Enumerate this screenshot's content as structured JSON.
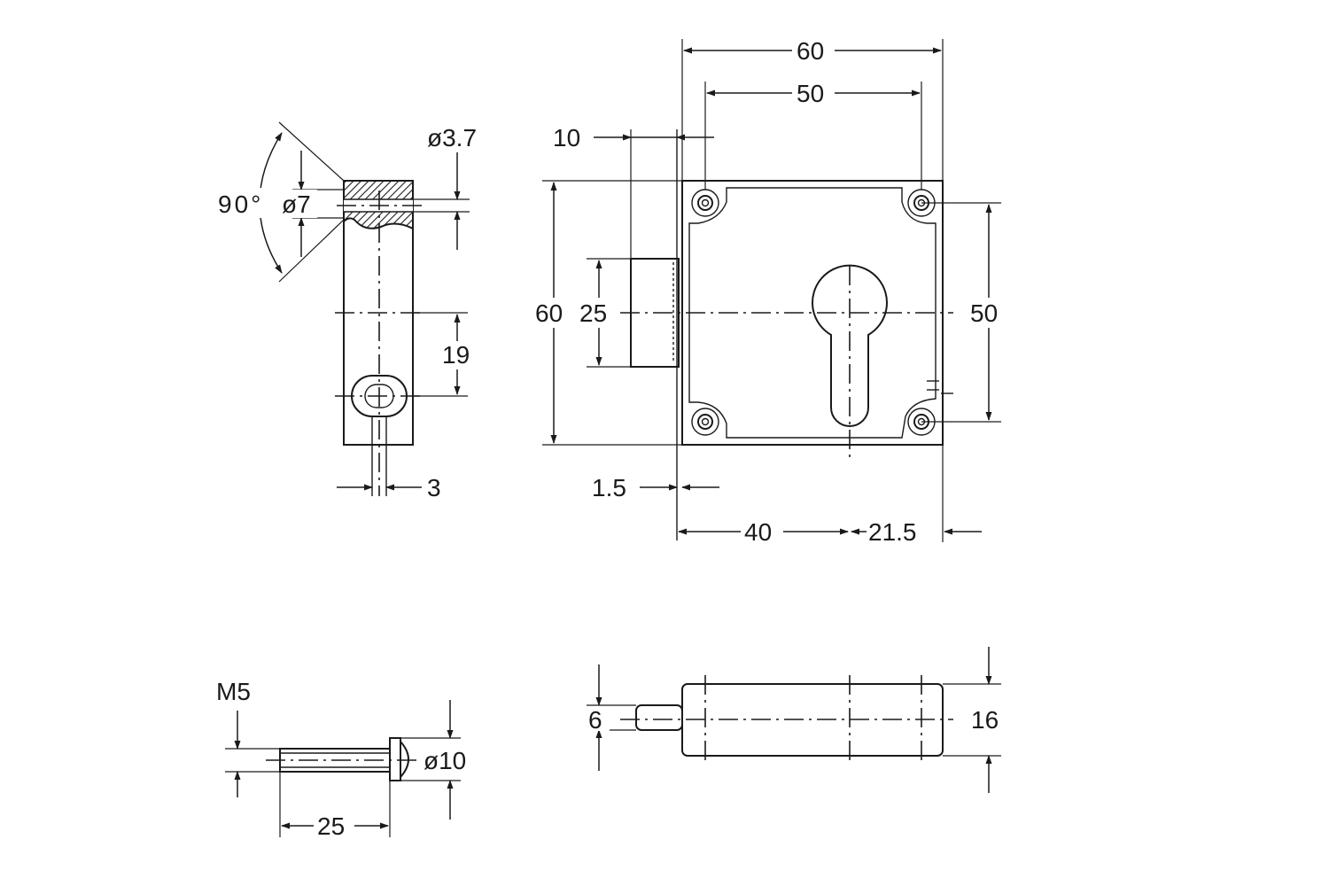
{
  "labels": {
    "angle": "90°",
    "hole_small_dia": "ø3.7",
    "hole_large_dia": "ø7",
    "offset_19": "19",
    "slot_3": "3",
    "bolt_10": "10",
    "height_60": "60",
    "bolt_25": "25",
    "holes_50_v": "50",
    "thick_1_5": "1.5",
    "backset_40": "40",
    "edge_21_5": "21.5",
    "width_60": "60",
    "holes_50_h": "50",
    "screw_thread": "M5",
    "screw_head_dia": "ø10",
    "screw_length": "25",
    "bolt_6": "6",
    "depth_16": "16"
  },
  "colors": {
    "line": "#1a1a1a",
    "background": "#ffffff"
  }
}
